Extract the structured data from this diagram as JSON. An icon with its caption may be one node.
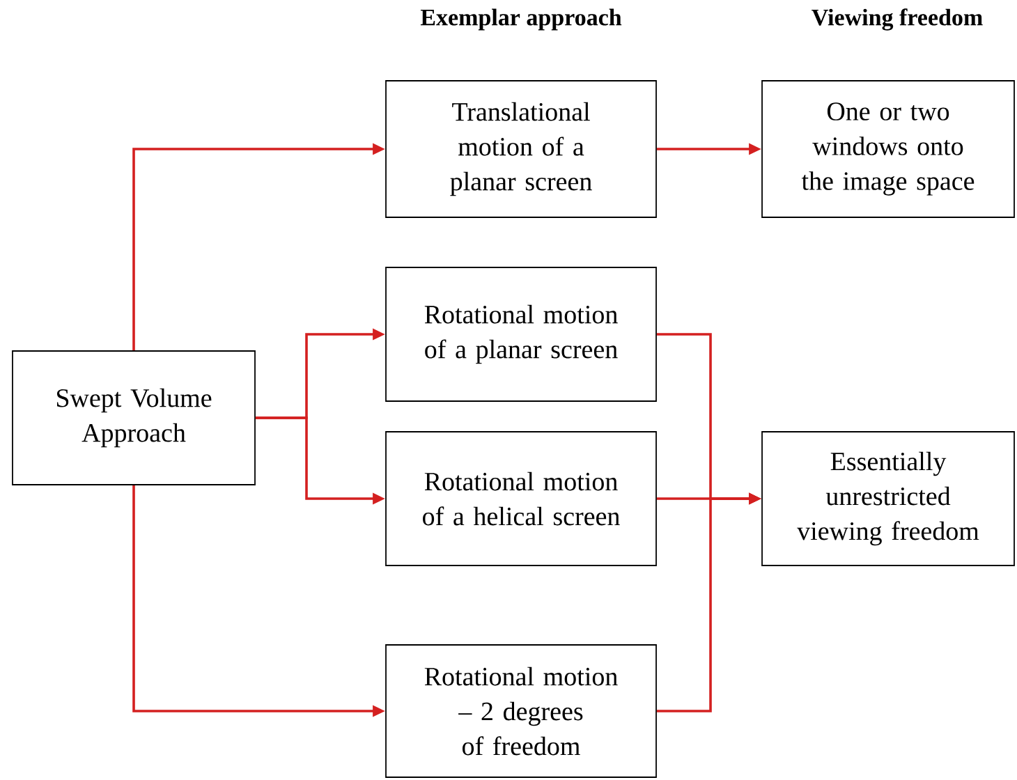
{
  "diagram": {
    "nodes": [
      {
        "text": [
          "Swept Volume Approach"
        ]
      },
      {
        "text": [
          "Translational motion of a planar screen"
        ]
      },
      {
        "text": [
          "Rotational motion of a planar screen"
        ]
      },
      {
        "text": [
          "Rotational motion of a helical screen"
        ]
      },
      {
        "text": [
          "Rotational motion – 2 degrees of freedom"
        ]
      },
      {
        "text": [
          "One or two windows onto the image space"
        ]
      },
      {
        "text": [
          "Essentially unrestricted viewing freedom"
        ]
      }
    ],
    "edges": [
      {
        "from": 0,
        "to": 1,
        "arrow": "to"
      },
      {
        "from": 0,
        "to": 2,
        "arrow": "to"
      },
      {
        "from": 0,
        "to": 3,
        "arrow": "to"
      },
      {
        "from": 0,
        "to": 4,
        "arrow": "to"
      },
      {
        "from": 1,
        "to": 5,
        "arrow": "to"
      },
      {
        "from": 2,
        "to": 6,
        "arrow": "to"
      },
      {
        "from": 3,
        "to": 6,
        "arrow": "to"
      },
      {
        "from": 4,
        "to": 6,
        "arrow": "to"
      }
    ],
    "labels": [
      "Exemplar approach",
      "Viewing freedom"
    ]
  }
}
